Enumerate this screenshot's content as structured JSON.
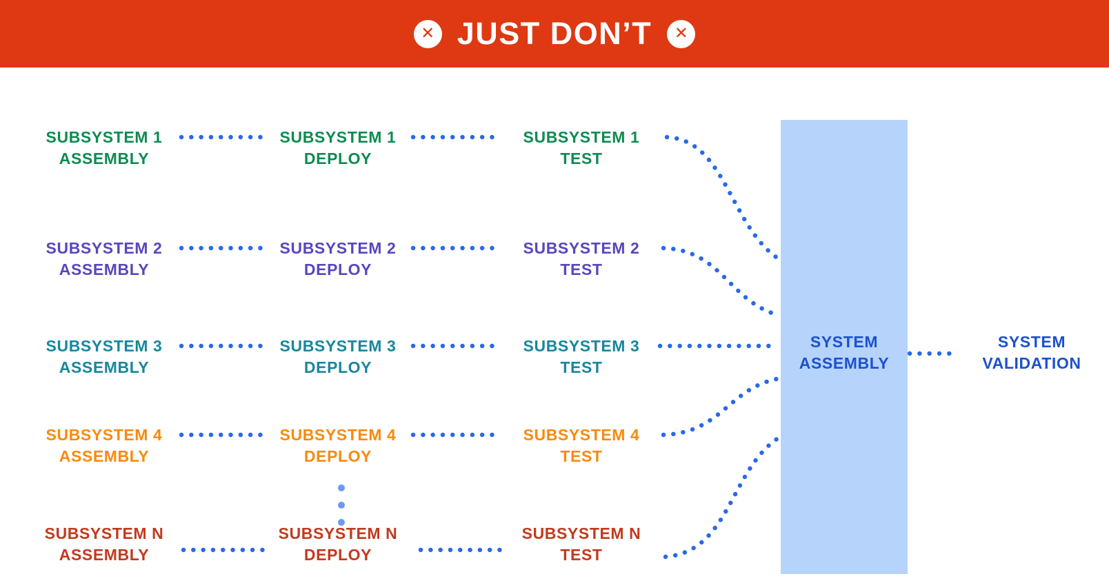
{
  "banner": {
    "label": "JUST DON’T",
    "bg_color": "#DE3912",
    "text_color": "#FFFFFF",
    "icon": "crossed-circle-icon",
    "icon_glyph": "✕"
  },
  "rows": [
    {
      "name": "SUBSYSTEM 1",
      "color": "#0E8B51",
      "stages": [
        "ASSEMBLY",
        "DEPLOY",
        "TEST"
      ]
    },
    {
      "name": "SUBSYSTEM 2",
      "color": "#5847BE",
      "stages": [
        "ASSEMBLY",
        "DEPLOY",
        "TEST"
      ]
    },
    {
      "name": "SUBSYSTEM 3",
      "color": "#17879D",
      "stages": [
        "ASSEMBLY",
        "DEPLOY",
        "TEST"
      ]
    },
    {
      "name": "SUBSYSTEM 4",
      "color": "#F98A0D",
      "stages": [
        "ASSEMBLY",
        "DEPLOY",
        "TEST"
      ]
    },
    {
      "name": "SUBSYSTEM N",
      "color": "#C23A1D",
      "stages": [
        "ASSEMBLY",
        "DEPLOY",
        "TEST"
      ]
    }
  ],
  "system_assembly": {
    "line1": "SYSTEM",
    "line2": "ASSEMBLY",
    "box_fill": "#B5D3FB",
    "text_color": "#1C51CE"
  },
  "system_validation": {
    "line1": "SYSTEM",
    "line2": "VALIDATION",
    "text_color": "#1C51CE"
  },
  "connectors": {
    "dot_color": "#2A68E8",
    "ellipsis_dot_color": "#6B9AEF"
  }
}
